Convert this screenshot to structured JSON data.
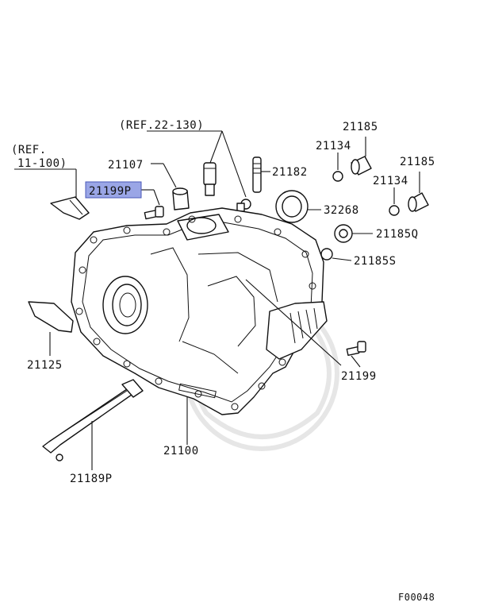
{
  "diagram": {
    "ref_a": "(REF.22-130)",
    "ref_b_line1": "(REF.",
    "ref_b_line2": "11-100)",
    "highlight_color": "#9aa6e6",
    "labels": {
      "p21107": "21107",
      "p21199p": "21199P",
      "p21182": "21182",
      "p21185_a": "21185",
      "p21134_a": "21134",
      "p21185_b": "21185",
      "p21134_b": "21134",
      "p32268": "32268",
      "p21185q": "21185Q",
      "p21185s": "21185S",
      "p21199": "21199",
      "p21125": "21125",
      "p21100": "21100",
      "p21189p": "21189P"
    },
    "figure_code": "F00048"
  }
}
